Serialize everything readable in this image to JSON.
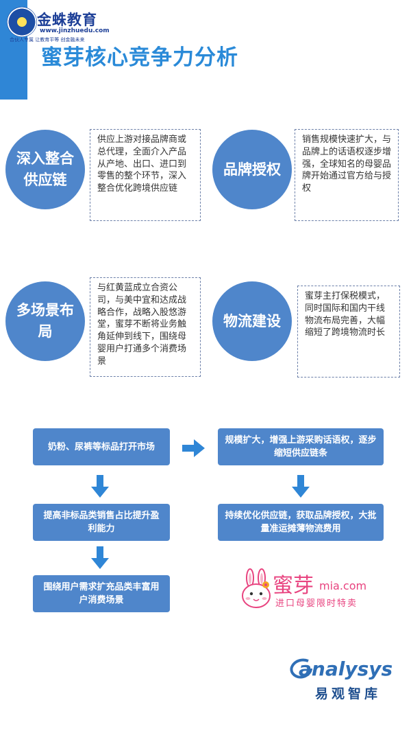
{
  "header": {
    "logo_title": "金蛛教育",
    "logo_url": "www.jinzhuedu.com",
    "logo_slogan": "合伙人专属 让教育平等 创金融未来",
    "page_title": "蜜芽核心竞争力分析"
  },
  "advantages": [
    {
      "name": "深入整合供应链",
      "desc": "供应上游对接品牌商或总代理，全面介入产品从产地、出口、进口到零售的整个环节，深入整合优化跨境供应链"
    },
    {
      "name": "品牌授权",
      "desc": "销售规模快速扩大，与品牌上的话语权逐步增强，全球知名的母婴品牌开始通过官方给与授权"
    },
    {
      "name": "多场景布局",
      "desc": "与红黄蓝成立合资公司，与美中宜和达成战略合作，战略入股悠游堂，蜜芽不断将业务触角延伸到线下，围绕母婴用户打通多个消费场景"
    },
    {
      "name": "物流建设",
      "desc": "蜜芽主打保税模式，同时国际和国内干线物流布局完善，大幅缩短了跨境物流时长"
    }
  ],
  "flow": {
    "left": [
      "奶粉、尿裤等标品打开市场",
      "提高非标品类销售占比提升盈利能力",
      "围绕用户需求扩充品类丰富用户消费场景"
    ],
    "right": [
      "规模扩大，增强上游采购话语权，逐步缩短供应链条",
      "持续优化供应链，获取品牌授权，大批量准运摊薄物流费用"
    ]
  },
  "brand": {
    "mia_cn": "蜜芽",
    "mia_en": "mia.com",
    "mia_tagline": "进口母婴限时特卖"
  },
  "footer": {
    "analysys_en": "analysys",
    "analysys_cn": "易观智库"
  },
  "colors": {
    "accent_blue": "#2f86d6",
    "circle_blue": "#4f86cb",
    "title_blue": "#2a8ad8",
    "mia_pink": "#e8437f"
  }
}
